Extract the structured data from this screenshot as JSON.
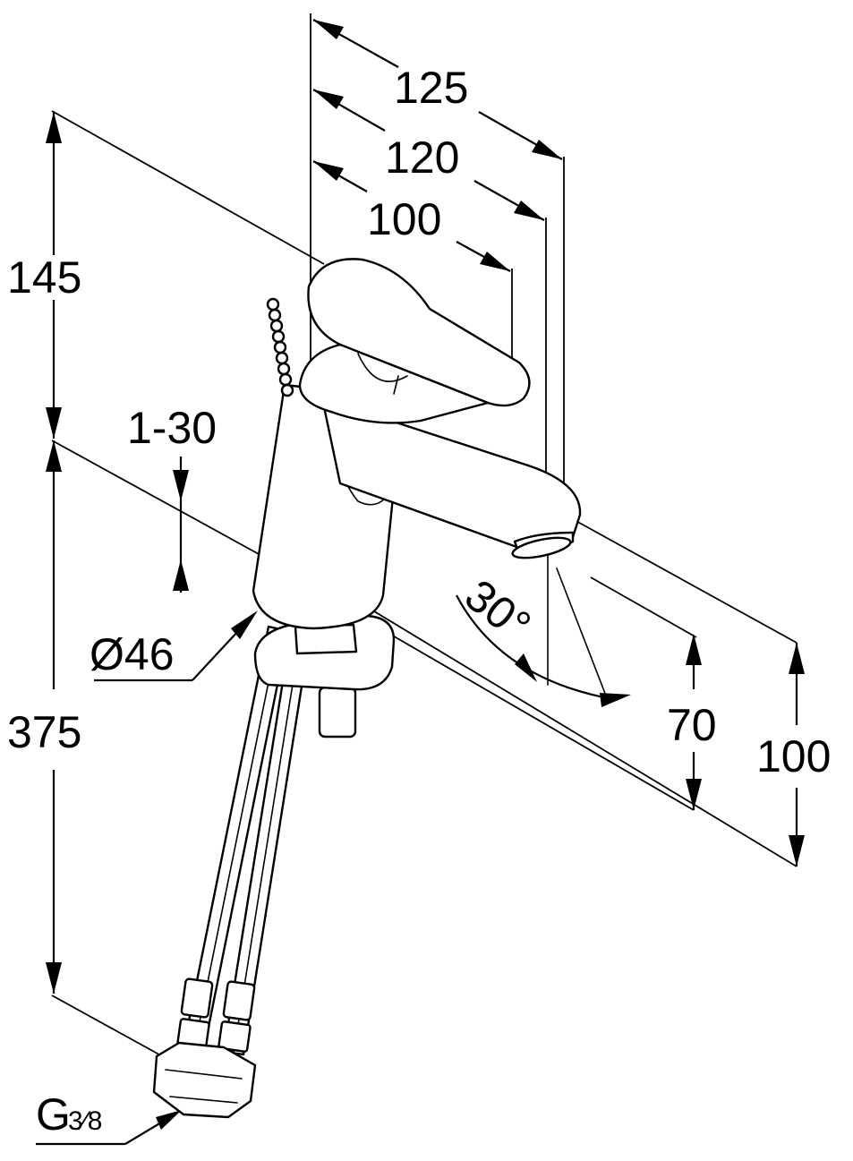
{
  "dimensions": {
    "reach_125": "125",
    "reach_120": "120",
    "reach_100": "100",
    "total_height": "145",
    "mount_range": "1-30",
    "base_diameter": "Ø46",
    "hose_length": "375",
    "spout_height_70": "70",
    "spout_height_100": "100",
    "swivel_angle": "30°",
    "connection_thread_main": "G",
    "connection_thread_fraction": "3⁄8"
  }
}
